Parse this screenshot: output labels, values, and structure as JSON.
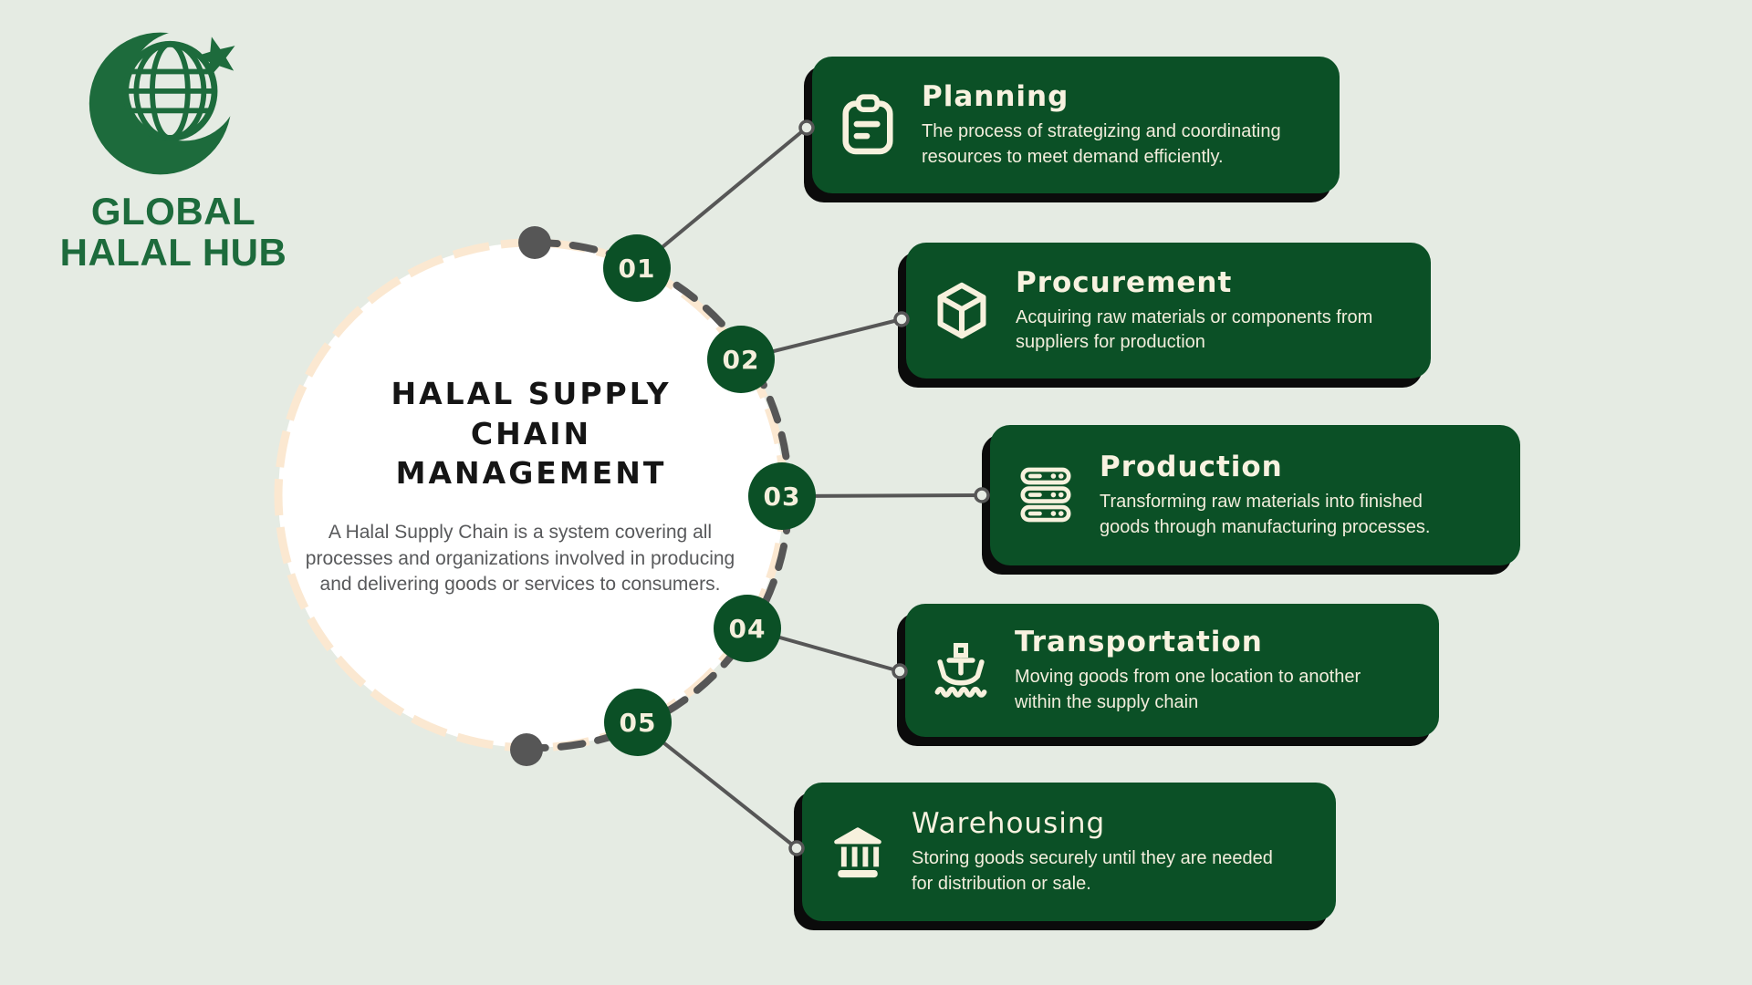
{
  "palette": {
    "background": "#e5ebe3",
    "card_green": "#0b5026",
    "logo_green": "#1d6b3c",
    "cream": "#f8f2e0",
    "peach_ring": "#fbe8d1",
    "connector_gray": "#565656",
    "title_black": "#151515",
    "shadow_black": "#0b0b0b"
  },
  "logo": {
    "icon": "crescent-globe-star-icon",
    "line1": "GLOBAL",
    "line2": "HALAL HUB"
  },
  "center": {
    "title_lines": [
      "HALAL SUPPLY",
      "CHAIN",
      "MANAGEMENT"
    ],
    "description": "A Halal Supply Chain is a system covering all processes and organizations involved in producing and delivering goods or services to consumers."
  },
  "steps": [
    {
      "number": "01",
      "title": "Planning",
      "description": "The process of strategizing and coordinating resources to meet demand efficiently.",
      "icon": "clipboard-icon"
    },
    {
      "number": "02",
      "title": "Procurement",
      "description": "Acquiring raw materials or components from suppliers for production",
      "icon": "cube-icon"
    },
    {
      "number": "03",
      "title": "Production",
      "description": "Transforming raw materials into finished goods through manufacturing processes.",
      "icon": "server-stack-icon"
    },
    {
      "number": "04",
      "title": "Transportation",
      "description": "Moving goods from one location to another within the supply chain",
      "icon": "ship-icon"
    },
    {
      "number": "05",
      "title": "Warehousing",
      "description": "Storing goods securely until they are needed for distribution or sale.",
      "icon": "bank-icon"
    }
  ]
}
